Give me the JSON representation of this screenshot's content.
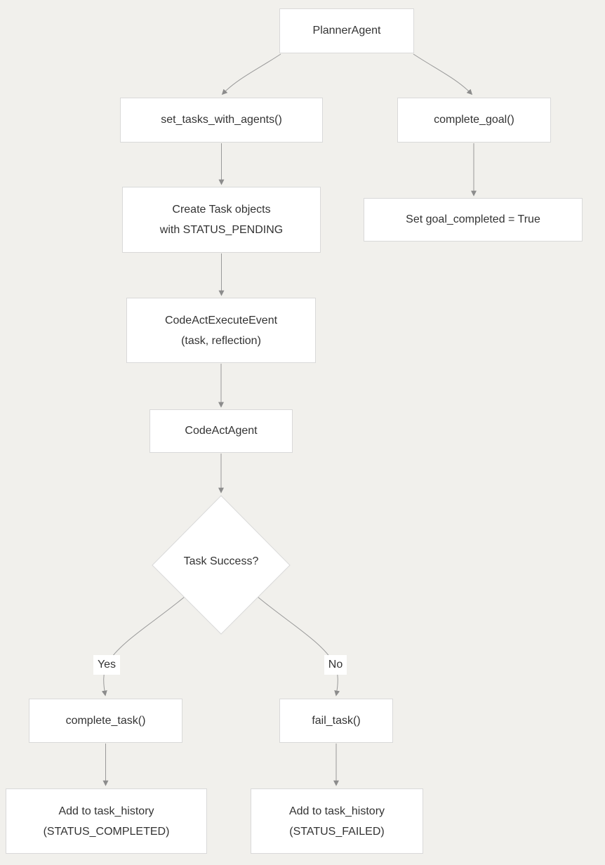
{
  "diagram": {
    "type": "flowchart",
    "nodes": {
      "planner": {
        "label": "PlannerAgent"
      },
      "set_tasks": {
        "label": "set_tasks_with_agents()"
      },
      "complete_goal": {
        "label": "complete_goal()"
      },
      "create_task_objects": {
        "line1": "Create Task objects",
        "line2": "with STATUS_PENDING"
      },
      "set_goal_completed": {
        "label": "Set goal_completed = True"
      },
      "codeact_execute_event": {
        "line1": "CodeActExecuteEvent",
        "line2": "(task, reflection)"
      },
      "codeact_agent": {
        "label": "CodeActAgent"
      },
      "task_success": {
        "label": "Task Success?"
      },
      "complete_task": {
        "label": "complete_task()"
      },
      "fail_task": {
        "label": "fail_task()"
      },
      "add_history_completed": {
        "line1": "Add to task_history",
        "line2": "(STATUS_COMPLETED)"
      },
      "add_history_failed": {
        "line1": "Add to task_history",
        "line2": "(STATUS_FAILED)"
      }
    },
    "edge_labels": {
      "yes": "Yes",
      "no": "No"
    },
    "edges": [
      {
        "from": "planner",
        "to": "set_tasks"
      },
      {
        "from": "planner",
        "to": "complete_goal"
      },
      {
        "from": "set_tasks",
        "to": "create_task_objects"
      },
      {
        "from": "complete_goal",
        "to": "set_goal_completed"
      },
      {
        "from": "create_task_objects",
        "to": "codeact_execute_event"
      },
      {
        "from": "codeact_execute_event",
        "to": "codeact_agent"
      },
      {
        "from": "codeact_agent",
        "to": "task_success"
      },
      {
        "from": "task_success",
        "to": "complete_task",
        "label": "Yes"
      },
      {
        "from": "task_success",
        "to": "fail_task",
        "label": "No"
      },
      {
        "from": "complete_task",
        "to": "add_history_completed"
      },
      {
        "from": "fail_task",
        "to": "add_history_failed"
      }
    ],
    "colors": {
      "background": "#f1f0ec",
      "node_fill": "#ffffff",
      "node_border": "#d9d9d9",
      "text": "#333333",
      "edge_line": "#999999",
      "arrowhead": "#8c8c8c"
    }
  }
}
